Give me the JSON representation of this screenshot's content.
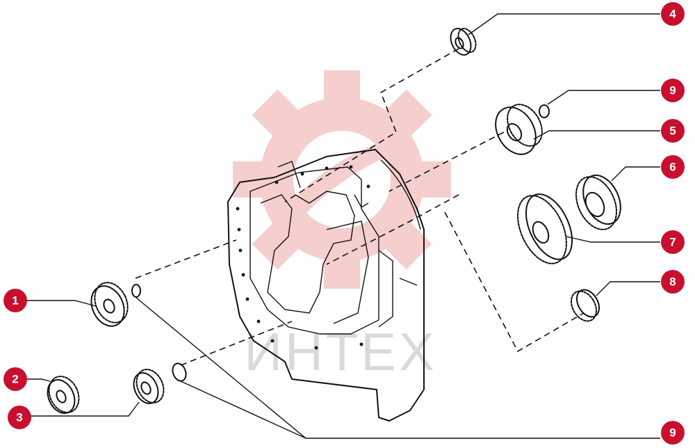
{
  "colors": {
    "accent": "#c8102e",
    "watermark": "#f4c9c9",
    "watermark_text": "#d9d9d9",
    "ink": "#111111"
  },
  "watermark": {
    "icon": "gear-logo-icon",
    "text": "ИНТЕХ"
  },
  "callouts": [
    {
      "id": "4",
      "label": "4"
    },
    {
      "id": "9a",
      "label": "9"
    },
    {
      "id": "5",
      "label": "5"
    },
    {
      "id": "6",
      "label": "6"
    },
    {
      "id": "7",
      "label": "7"
    },
    {
      "id": "8",
      "label": "8"
    },
    {
      "id": "1",
      "label": "1"
    },
    {
      "id": "2",
      "label": "2"
    },
    {
      "id": "3",
      "label": "3"
    },
    {
      "id": "9b",
      "label": "9"
    }
  ]
}
